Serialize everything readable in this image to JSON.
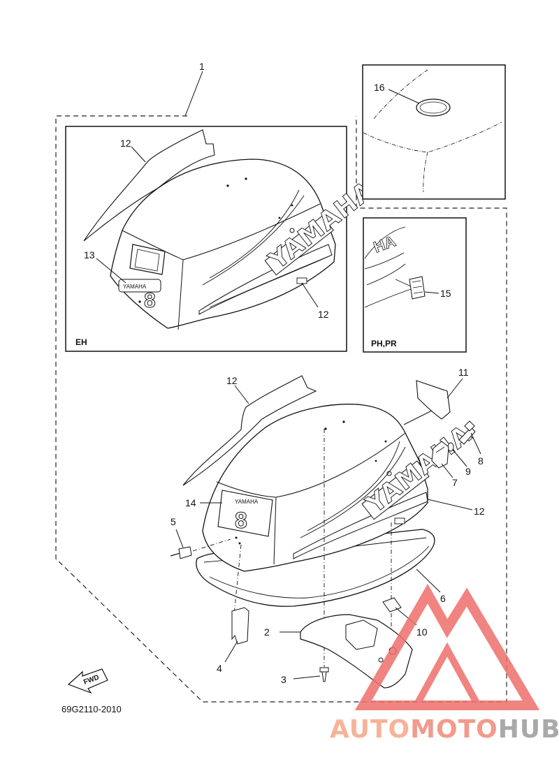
{
  "diagram": {
    "callouts": [
      "1",
      "2",
      "3",
      "4",
      "5",
      "6",
      "7",
      "8",
      "9",
      "10",
      "11",
      "12",
      "12",
      "12",
      "12",
      "13",
      "14",
      "15",
      "16"
    ],
    "inset_labels": {
      "eh": "EH",
      "ph_pr": "PH,PR"
    },
    "fwd_label": "FWD",
    "part_number": "69G2110-2010",
    "decal_text": {
      "yamaha": "YAMAHA",
      "small_yamaha": "YAMAHA",
      "numeral": "8"
    }
  },
  "watermark": {
    "part1": "AUTO",
    "part2": "MOTO",
    "part3": "HUB",
    "colors": {
      "auto": "#f7b29a",
      "moto": "#f29a8c",
      "hub": "#a9a9a9",
      "logo": "#ee6f6a"
    }
  }
}
